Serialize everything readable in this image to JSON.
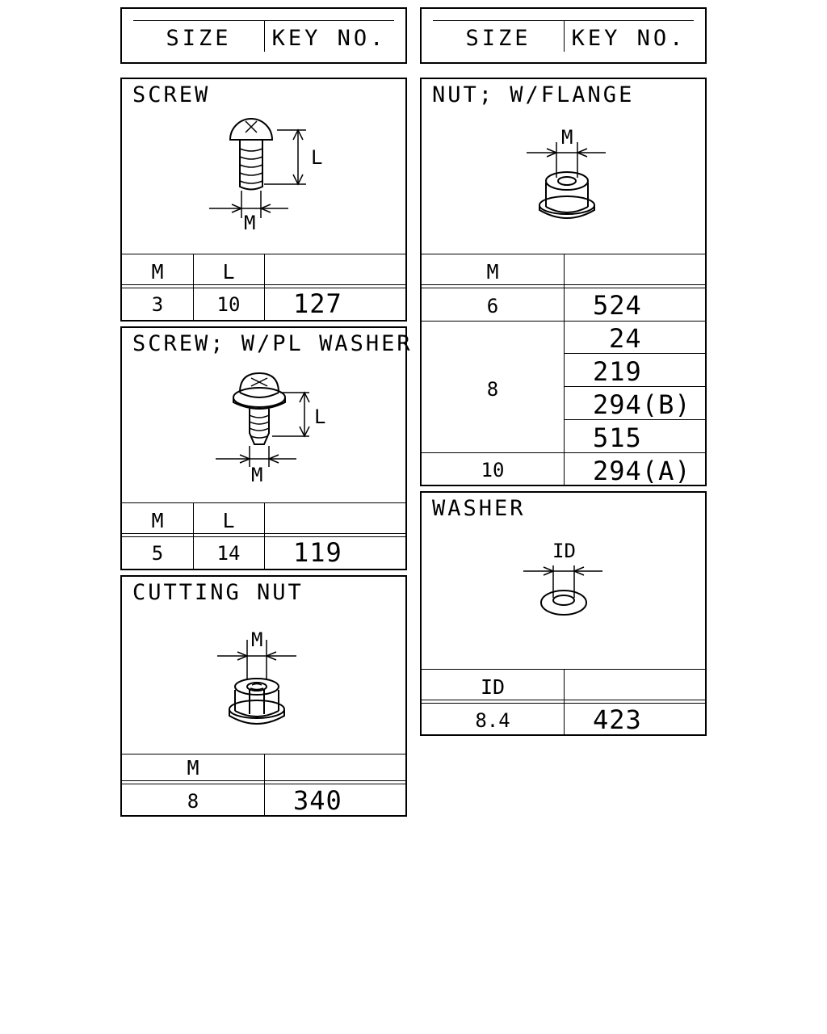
{
  "header": {
    "size_label": "SIZE",
    "key_label": "KEY NO."
  },
  "screw": {
    "title": "SCREW",
    "dim_m": "M",
    "dim_l": "L",
    "col_m": "M",
    "col_l": "L",
    "rows": [
      {
        "m": "3",
        "l": "10",
        "key": "127"
      }
    ]
  },
  "screw_pl_washer": {
    "title": "SCREW; W/PL WASHER",
    "dim_m": "M",
    "dim_l": "L",
    "col_m": "M",
    "col_l": "L",
    "rows": [
      {
        "m": "5",
        "l": "14",
        "key": "119"
      }
    ]
  },
  "cutting_nut": {
    "title": "CUTTING NUT",
    "dim_m": "M",
    "col_m": "M",
    "rows": [
      {
        "m": "8",
        "key": "340"
      }
    ]
  },
  "nut_flange": {
    "title": "NUT; W/FLANGE",
    "dim_m": "M",
    "col_m": "M",
    "rows": [
      {
        "m": "6",
        "keys": [
          "524"
        ]
      },
      {
        "m": "8",
        "keys": [
          "24",
          "219",
          "294(B)",
          "515"
        ]
      },
      {
        "m": "10",
        "keys": [
          "294(A)"
        ]
      }
    ]
  },
  "washer": {
    "title": "WASHER",
    "dim_id": "ID",
    "col_id": "ID",
    "rows": [
      {
        "id": "8.4",
        "key": "423"
      }
    ]
  }
}
